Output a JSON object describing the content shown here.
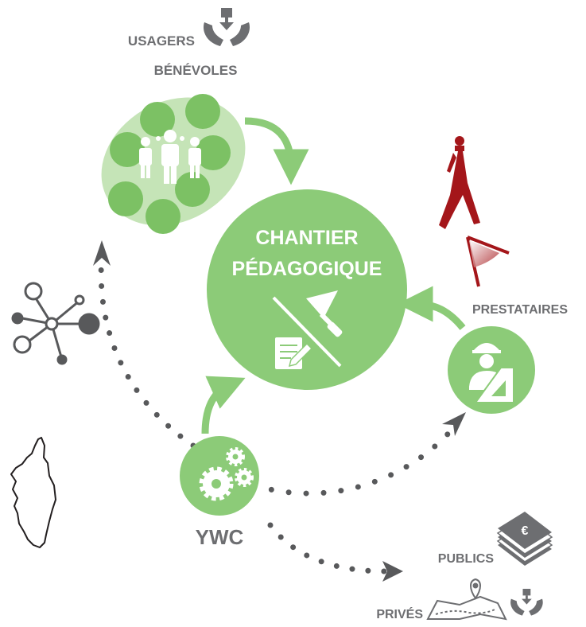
{
  "center": {
    "line1": "CHANTIER",
    "line2": "PÉDAGOGIQUE"
  },
  "labels": {
    "usagers": "USAGERS",
    "benevoles": "BÉNÉVOLES",
    "prestataires": "PRESTATAIRES",
    "ywc": "YWC",
    "publics": "PUBLICS",
    "prives": "PRIVÉS",
    "euro_symbol": "€"
  },
  "colors": {
    "green": "#8ccb78",
    "green_light": "#c5e4b7",
    "green_mid": "#7cc164",
    "gray": "#6d6e71",
    "dots": "#58595b",
    "red": "#a4161a"
  },
  "icons": [
    "hands-gift-icon",
    "people-group-icon",
    "network-icon",
    "corsica-map-icon",
    "walking-compass-icon",
    "trowel-icon",
    "notebook-pencil-icon",
    "worker-ruler-icon",
    "gears-icon",
    "euro-money-icon",
    "map-route-icon"
  ]
}
